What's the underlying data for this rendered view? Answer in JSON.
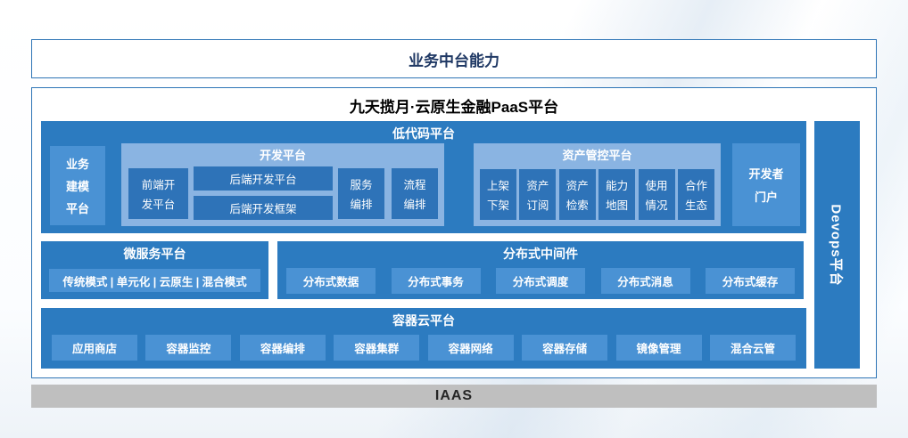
{
  "top_banner": {
    "title": "业务中台能力"
  },
  "platform": {
    "title": "九天揽月·云原生金融PaaS平台",
    "low_code": {
      "title": "低代码平台",
      "business_modeling": {
        "l1": "业务",
        "l2": "建模",
        "l3": "平台"
      },
      "dev_platform": {
        "title": "开发平台",
        "frontend": {
          "l1": "前端开",
          "l2": "发平台"
        },
        "backend_platform": "后端开发平台",
        "backend_framework": "后端开发框架",
        "service_orch": {
          "l1": "服务",
          "l2": "编排"
        },
        "process_orch": {
          "l1": "流程",
          "l2": "编排"
        }
      },
      "asset_platform": {
        "title": "资产管控平台",
        "items": [
          {
            "l1": "上架",
            "l2": "下架"
          },
          {
            "l1": "资产",
            "l2": "订阅"
          },
          {
            "l1": "资产",
            "l2": "检索"
          },
          {
            "l1": "能力",
            "l2": "地图"
          },
          {
            "l1": "使用",
            "l2": "情况"
          },
          {
            "l1": "合作",
            "l2": "生态"
          }
        ]
      },
      "developer_portal": {
        "l1": "开发者",
        "l2": "门户"
      }
    },
    "microservice": {
      "title": "微服务平台",
      "modes": "传统模式 | 单元化 | 云原生 | 混合模式"
    },
    "middleware": {
      "title": "分布式中间件",
      "items": [
        "分布式数据",
        "分布式事务",
        "分布式调度",
        "分布式消息",
        "分布式缓存"
      ]
    },
    "container": {
      "title": "容器云平台",
      "items": [
        "应用商店",
        "容器监控",
        "容器编排",
        "容器集群",
        "容器网络",
        "容器存储",
        "镜像管理",
        "混合云管"
      ]
    },
    "devops": "Devops平台"
  },
  "iaas": {
    "title": "IAAS"
  },
  "colors": {
    "border": "#2E75B6",
    "panel": "#2C7BC0",
    "boxMid": "#4A92D4",
    "boxDark": "#2E73B8",
    "light": "#8AB4E2",
    "iaas": "#BFBFBF"
  }
}
